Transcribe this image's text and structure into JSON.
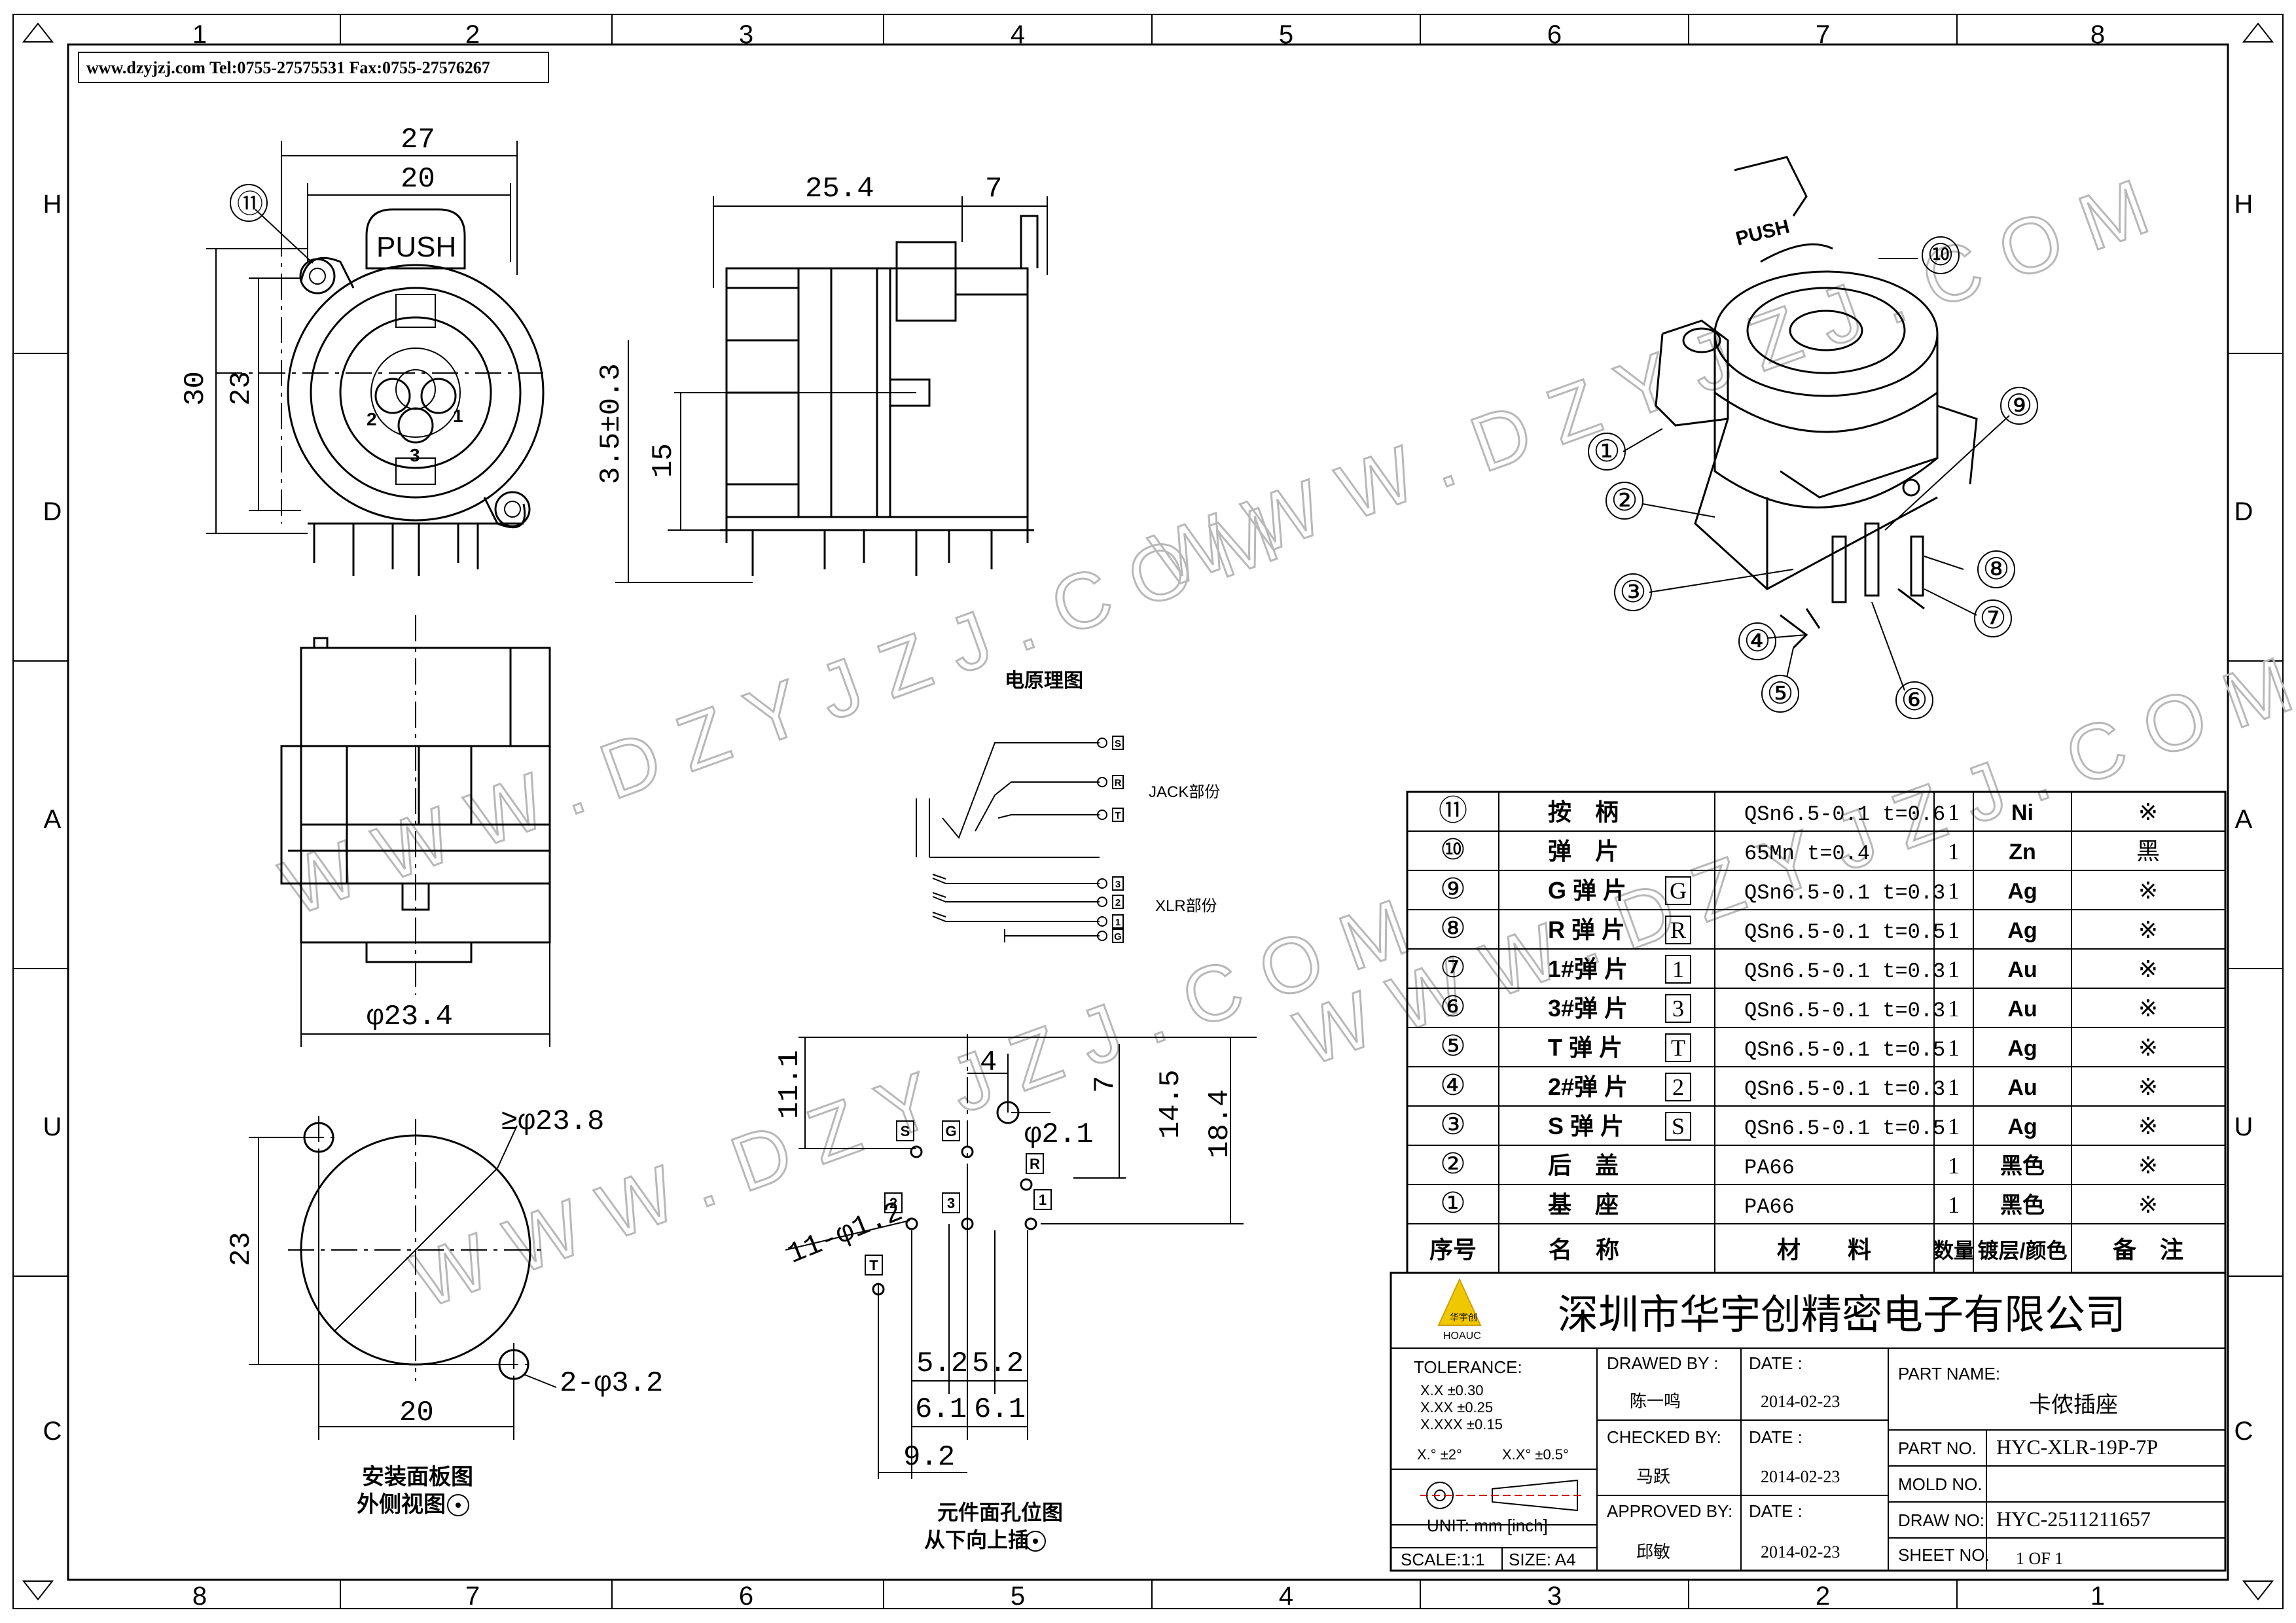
{
  "frame": {
    "cols_top": [
      "1",
      "2",
      "3",
      "4",
      "5",
      "6",
      "7",
      "8"
    ],
    "cols_bottom": [
      "8",
      "7",
      "6",
      "5",
      "4",
      "3",
      "2",
      "1"
    ],
    "rows": [
      "H",
      "D",
      "A",
      "U",
      "C"
    ]
  },
  "header": {
    "text": "www.dzyjzj.com  Tel:0755-27575531  Fax:0755-27576267"
  },
  "watermark": "WWW.DZYJZJ.COM",
  "front_view": {
    "dim_27": "27",
    "dim_20": "20",
    "dim_30": "30",
    "dim_23": "23",
    "push": "PUSH",
    "balloon": "⑪",
    "pins": [
      "2",
      "1",
      "3"
    ]
  },
  "side_view": {
    "dim_254": "25.4",
    "dim_7": "7",
    "dim_35": "3.5±0.3",
    "dim_15": "15"
  },
  "bottom_view": {
    "dim_dia": "φ23.4"
  },
  "panel_view": {
    "dim_dia": "≥φ23.8",
    "dim_23": "23",
    "dim_20": "20",
    "dim_holes": "2-φ3.2",
    "caption1": "安装面板图",
    "caption2": "外侧视图"
  },
  "schematic": {
    "title": "电原理图",
    "jack_label": "JACK部份",
    "xlr_label": "XLR部份",
    "jack_pins": [
      "S",
      "R",
      "T"
    ],
    "xlr_pins": [
      "3",
      "2",
      "1",
      "G"
    ]
  },
  "hole_view": {
    "dim_111": "11.1",
    "dim_4": "4",
    "dim_7": "7",
    "dim_145": "14.5",
    "dim_184": "18.4",
    "dim_21": "φ2.1",
    "dim_holes": "11-φ1.2",
    "dim_52a": "5.2",
    "dim_52b": "5.2",
    "dim_61a": "6.1",
    "dim_61b": "6.1",
    "dim_92": "9.2",
    "pins": {
      "S": "S",
      "G": "G",
      "R": "R",
      "p2": "2",
      "p3": "3",
      "p1": "1",
      "T": "T"
    },
    "caption1": "元件面孔位图",
    "caption2": "从下向上插"
  },
  "iso_balloons": [
    "⑩",
    "⑨",
    "①",
    "②",
    "⑧",
    "③",
    "⑦",
    "④",
    "⑤",
    "⑥"
  ],
  "bom": {
    "rows": [
      {
        "no": "⑪",
        "name": "按　柄",
        "code": "",
        "material": "QSn6.5-0.1 t=0.6",
        "qty": "1",
        "plating": "Ni",
        "note": "※"
      },
      {
        "no": "⑩",
        "name": "弹　片",
        "code": "",
        "material": "65Mn t=0.4",
        "qty": "1",
        "plating": "Zn",
        "note": "黑"
      },
      {
        "no": "⑨",
        "name": "G 弹 片",
        "code": "G",
        "material": "QSn6.5-0.1 t=0.3",
        "qty": "1",
        "plating": "Ag",
        "note": "※"
      },
      {
        "no": "⑧",
        "name": "R 弹 片",
        "code": "R",
        "material": "QSn6.5-0.1 t=0.5",
        "qty": "1",
        "plating": "Ag",
        "note": "※"
      },
      {
        "no": "⑦",
        "name": "1#弹 片",
        "code": "1",
        "material": "QSn6.5-0.1 t=0.3",
        "qty": "1",
        "plating": "Au",
        "note": "※"
      },
      {
        "no": "⑥",
        "name": "3#弹 片",
        "code": "3",
        "material": "QSn6.5-0.1 t=0.3",
        "qty": "1",
        "plating": "Au",
        "note": "※"
      },
      {
        "no": "⑤",
        "name": "T 弹 片",
        "code": "T",
        "material": "QSn6.5-0.1 t=0.5",
        "qty": "1",
        "plating": "Ag",
        "note": "※"
      },
      {
        "no": "④",
        "name": "2#弹 片",
        "code": "2",
        "material": "QSn6.5-0.1 t=0.3",
        "qty": "1",
        "plating": "Au",
        "note": "※"
      },
      {
        "no": "③",
        "name": "S 弹 片",
        "code": "S",
        "material": "QSn6.5-0.1 t=0.5",
        "qty": "1",
        "plating": "Ag",
        "note": "※"
      },
      {
        "no": "②",
        "name": "后　盖",
        "code": "",
        "material": "PA66",
        "qty": "1",
        "plating": "黑色",
        "note": "※"
      },
      {
        "no": "①",
        "name": "基　座",
        "code": "",
        "material": "PA66",
        "qty": "1",
        "plating": "黑色",
        "note": "※"
      }
    ],
    "header": {
      "no": "序号",
      "name": "名　称",
      "material": "材　　料",
      "qty": "数量",
      "plating": "镀层/颜色",
      "note": "备　注"
    }
  },
  "title_block": {
    "company": "深圳市华宇创精密电子有限公司",
    "logo_top": "华宇创",
    "logo_bottom": "HOAUC",
    "tolerance_label": "TOLERANCE:",
    "tol1": "X.X     ±0.30",
    "tol2": "X.XX    ±0.25",
    "tol3": "X.XXX  ±0.15",
    "tol_ang1": "X.°  ±2°",
    "tol_ang2": "X.X°  ±0.5°",
    "unit": "UNIT:   mm  [inch]",
    "scale": "SCALE:1:1",
    "size": "SIZE:  A4",
    "drawn_by_label": "DRAWED BY :",
    "drawn_by": "陈一鸣",
    "checked_by_label": "CHECKED BY:",
    "checked_by": "马跃",
    "approved_by_label": "APPROVED BY:",
    "approved_by": "邱敏",
    "date_label": "DATE :",
    "date1": "2014-02-23",
    "date2": "2014-02-23",
    "date3": "2014-02-23",
    "part_name_label": "PART NAME:",
    "part_name": "卡侬插座",
    "part_no_label": "PART NO.",
    "part_no": "HYC-XLR-19P-7P",
    "mold_no_label": "MOLD NO.",
    "mold_no": "",
    "draw_no_label": "DRAW NO:",
    "draw_no": "HYC-2511211657",
    "sheet_no_label": "SHEET NO.",
    "sheet_no": "1 OF 1"
  }
}
